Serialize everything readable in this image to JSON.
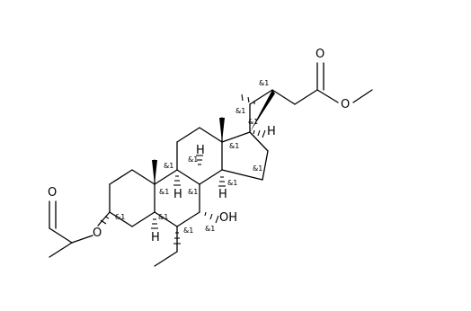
{
  "molecule": {
    "atom_labels": {
      "ester_carbonyl_o": "O",
      "ester_alkoxy_o": "O",
      "acetyl_carbonyl_o": "O",
      "acetate_o": "O",
      "hydroxyl": "OH",
      "h_c17": "H",
      "h_c8": "H",
      "h_c9": "H",
      "h_c14": "H",
      "h_c5": "H"
    },
    "stereo_tag": "&1"
  }
}
